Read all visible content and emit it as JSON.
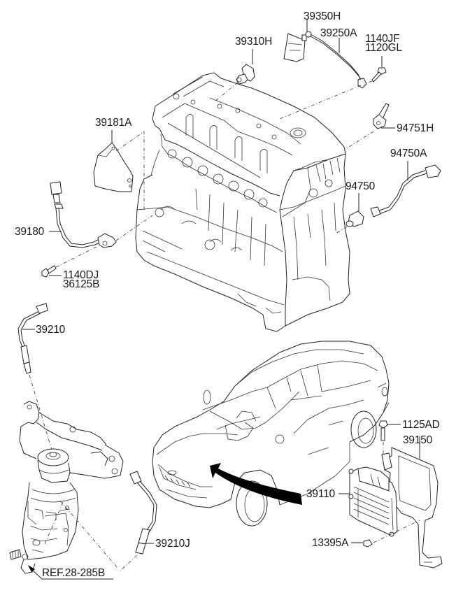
{
  "diagram": {
    "title": "Engine control sensors and ECM parts diagram",
    "labels": {
      "p39350H": "39350H",
      "p39250A": "39250A",
      "p1140JF": "1140JF",
      "p1120GL": "1120GL",
      "p39310H": "39310H",
      "p39181A": "39181A",
      "p94751H": "94751H",
      "p94750A": "94750A",
      "p94750": "94750",
      "p39180": "39180",
      "p1140DJ": "1140DJ",
      "p36125B": "36125B",
      "p39210": "39210",
      "p1125AD": "1125AD",
      "p39150": "39150",
      "p39110": "39110",
      "p39210J": "39210J",
      "p13395A": "13395A",
      "ref": "REF.28-285B"
    },
    "parts": [
      {
        "number": "39350H",
        "component": "bracket"
      },
      {
        "number": "39250A",
        "component": "sensor-wire"
      },
      {
        "number": "1140JF",
        "component": "bolt"
      },
      {
        "number": "1120GL",
        "component": "bolt"
      },
      {
        "number": "39310H",
        "component": "camshaft-position-sensor"
      },
      {
        "number": "39181A",
        "component": "sensor-cover"
      },
      {
        "number": "94751H",
        "component": "bracket"
      },
      {
        "number": "94750A",
        "component": "harness"
      },
      {
        "number": "94750",
        "component": "oil-pressure-switch"
      },
      {
        "number": "39180",
        "component": "crankshaft-position-sensor"
      },
      {
        "number": "1140DJ",
        "component": "bolt"
      },
      {
        "number": "36125B",
        "component": "bolt"
      },
      {
        "number": "39210",
        "component": "oxygen-sensor-upper"
      },
      {
        "number": "1125AD",
        "component": "bolt"
      },
      {
        "number": "39150",
        "component": "ecm-bracket"
      },
      {
        "number": "39110",
        "component": "engine-control-module"
      },
      {
        "number": "39210J",
        "component": "oxygen-sensor-lower"
      },
      {
        "number": "13395A",
        "component": "nut"
      }
    ],
    "colors": {
      "line": "#222222",
      "background": "#ffffff",
      "arrow": "#000000"
    }
  }
}
